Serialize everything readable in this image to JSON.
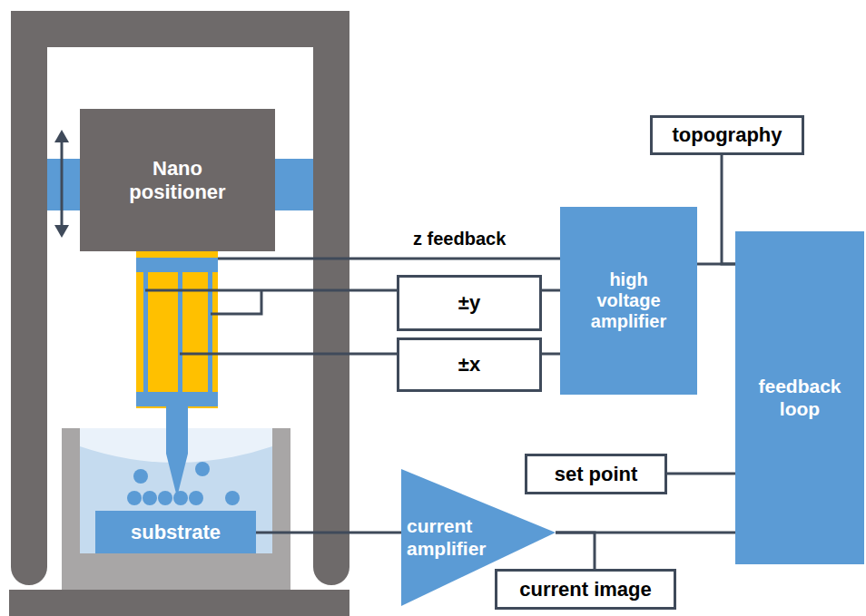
{
  "diagram": {
    "nodes": [
      {
        "text": [
          "Nano positioner"
        ]
      },
      {
        "text": [
          "topography"
        ]
      },
      {
        "text": [
          "high voltage amplifier"
        ]
      },
      {
        "text": [
          "±y"
        ]
      },
      {
        "text": [
          "±x"
        ]
      },
      {
        "text": [
          "feedback loop"
        ]
      },
      {
        "text": [
          "set point"
        ]
      },
      {
        "text": [
          "substrate"
        ]
      },
      {
        "text": [
          "current amplifier"
        ]
      },
      {
        "text": [
          "current image"
        ]
      }
    ],
    "edges": [
      {
        "from": 3,
        "to": 2,
        "arrow": "none"
      },
      {
        "from": 4,
        "to": 2,
        "arrow": "none"
      },
      {
        "from": 2,
        "to": 5,
        "arrow": "none"
      },
      {
        "from": 1,
        "to": 5,
        "arrow": "none"
      },
      {
        "from": 6,
        "to": 5,
        "arrow": "none"
      },
      {
        "from": 7,
        "to": 8,
        "arrow": "none"
      },
      {
        "from": 8,
        "to": 5,
        "arrow": "none"
      },
      {
        "from": 8,
        "to": 9,
        "arrow": "none"
      }
    ],
    "labels": [
      "z feedback"
    ]
  }
}
